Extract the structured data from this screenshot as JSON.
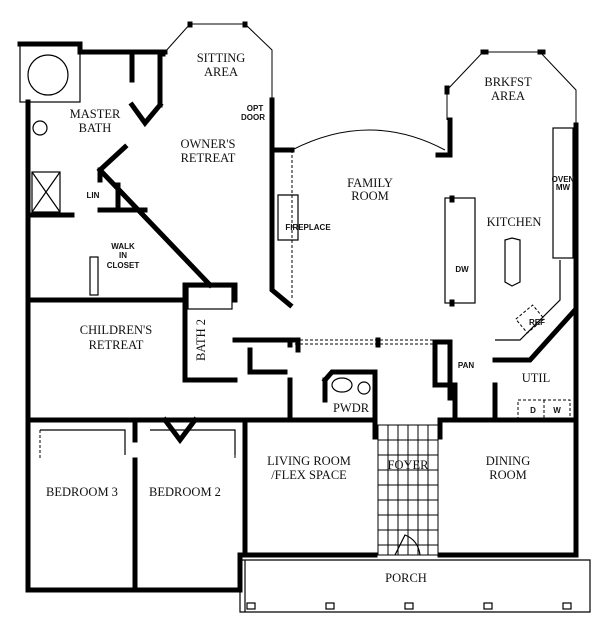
{
  "plan": {
    "rooms": {
      "sitting_area": [
        "SITTING",
        "AREA"
      ],
      "master_bath": [
        "MASTER",
        "BATH"
      ],
      "owners_retreat": [
        "OWNER'S",
        "RETREAT"
      ],
      "opt_door": [
        "OPT",
        "DOOR"
      ],
      "lin": "LIN",
      "walk_in_closet": [
        "WALK",
        "IN",
        "CLOSET"
      ],
      "childrens_retreat": [
        "CHILDREN'S",
        "RETREAT"
      ],
      "bath_2": "BATH 2",
      "family_room": [
        "FAMILY",
        "ROOM"
      ],
      "fireplace": "FIREPLACE",
      "brkfst_area": [
        "BRKFST",
        "AREA"
      ],
      "kitchen": "KITCHEN",
      "oven_mw": [
        "OVEN",
        "MW"
      ],
      "dw": "DW",
      "ref": "REF",
      "pan": "PAN",
      "util": "UTIL",
      "dryer": "D",
      "washer": "W",
      "pwdr": "PWDR",
      "bedroom_3": "BEDROOM 3",
      "bedroom_2": "BEDROOM 2",
      "living_room": [
        "LIVING ROOM",
        "/FLEX SPACE"
      ],
      "foyer": "FOYER",
      "dining_room": [
        "DINING",
        "ROOM"
      ],
      "porch": "PORCH"
    }
  }
}
